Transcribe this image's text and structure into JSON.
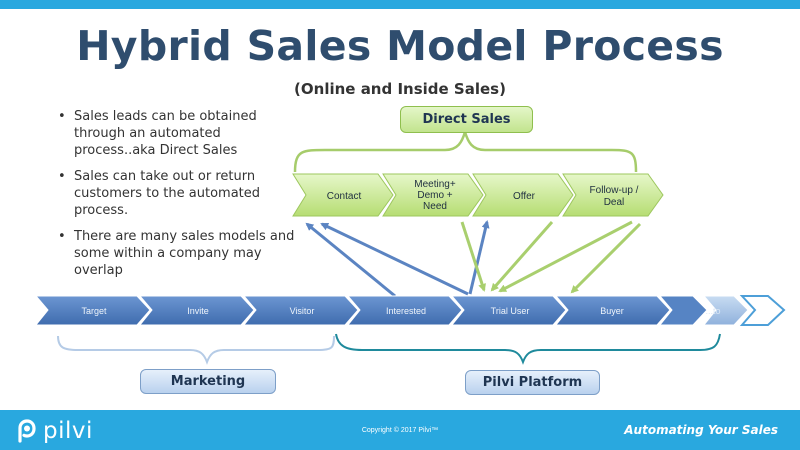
{
  "slide": {
    "title": "Hybrid Sales Model Process",
    "subtitle": "(Online and Inside Sales)"
  },
  "bullets": [
    "Sales leads can be obtained through an automated process..aka Direct Sales",
    "Sales can take out or return customers to the automated process.",
    "There are many sales models and some within a company may overlap"
  ],
  "direct_sales": {
    "label": "Direct Sales",
    "steps": [
      "Contact",
      "Meeting+ Demo + Need",
      "Offer",
      "Follow-up / Deal"
    ]
  },
  "funnel": {
    "stages": [
      "Target",
      "Invite",
      "Visitor",
      "Interested",
      "Trial User",
      "Buyer"
    ],
    "last_stage_partial": "...to"
  },
  "groups": {
    "marketing": "Marketing",
    "platform": "Pilvi Platform"
  },
  "footer": {
    "logo": "pilvi",
    "copyright": "Copyright © 2017 Pilvi™",
    "tagline": "Automating Your Sales"
  },
  "colors": {
    "accent": "#29a8df",
    "title": "#2f4d6e",
    "chevron_blue": "#4d7bbe",
    "chevron_green": "#bfe57f",
    "connector_blue": "#5b84c2",
    "connector_green": "#a9cf6e"
  }
}
